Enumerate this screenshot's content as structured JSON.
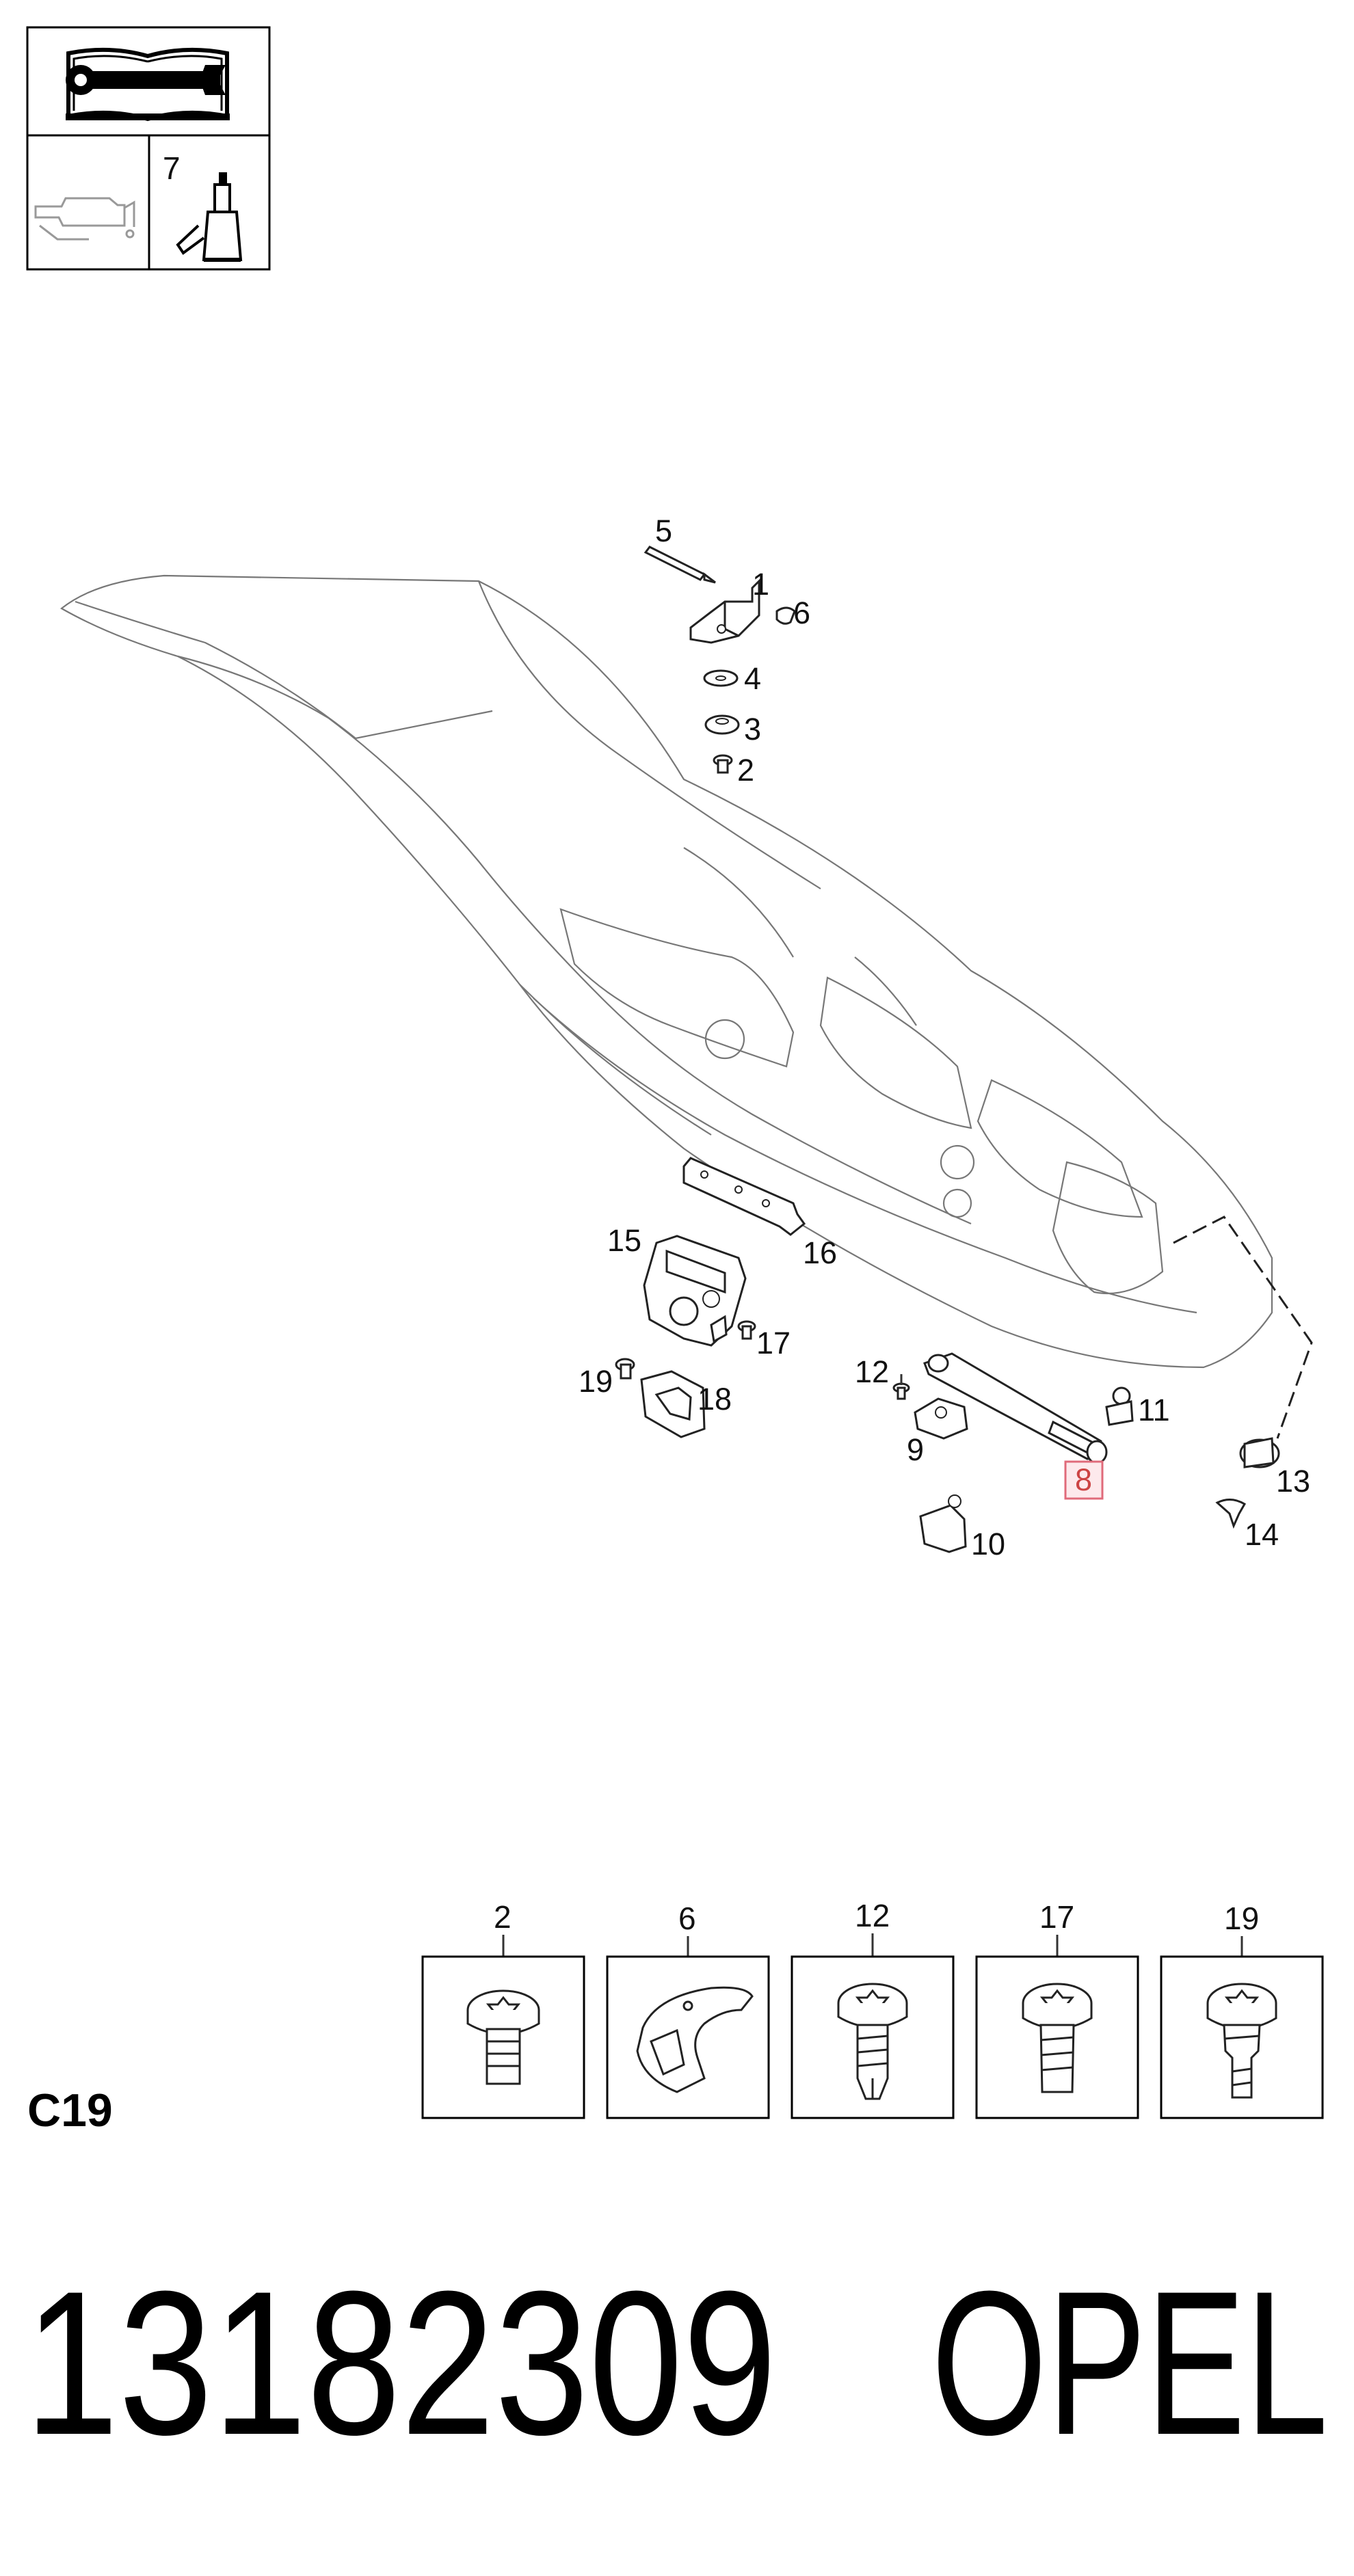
{
  "icon_box": {
    "top_icon": "workshop-manual-icon",
    "bottom_left_icon": "lubrication-icon",
    "bottom_right_label": "7",
    "bottom_right_icon": "grease-tube-icon"
  },
  "callouts": [
    {
      "id": "c5",
      "text": "5"
    },
    {
      "id": "c1",
      "text": "1"
    },
    {
      "id": "c6",
      "text": "6"
    },
    {
      "id": "c4",
      "text": "4"
    },
    {
      "id": "c3",
      "text": "3"
    },
    {
      "id": "c2",
      "text": "2"
    },
    {
      "id": "c15",
      "text": "15"
    },
    {
      "id": "c16",
      "text": "16"
    },
    {
      "id": "c17",
      "text": "17"
    },
    {
      "id": "c19",
      "text": "19"
    },
    {
      "id": "c18",
      "text": "18"
    },
    {
      "id": "c12",
      "text": "12"
    },
    {
      "id": "c9",
      "text": "9"
    },
    {
      "id": "c11",
      "text": "11"
    },
    {
      "id": "c8",
      "text": "8",
      "highlighted": true
    },
    {
      "id": "c13",
      "text": "13"
    },
    {
      "id": "c10",
      "text": "10"
    },
    {
      "id": "c14",
      "text": "14"
    }
  ],
  "fastener_thumbnails": [
    {
      "label": "2",
      "icon": "torx-screw-icon"
    },
    {
      "label": "6",
      "icon": "clip-icon"
    },
    {
      "label": "12",
      "icon": "torx-self-tapping-screw-icon"
    },
    {
      "label": "17",
      "icon": "torx-screw-icon"
    },
    {
      "label": "19",
      "icon": "torx-pin-screw-icon"
    }
  ],
  "section_code": "C19",
  "part_number": "13182309",
  "brand": "OPEL",
  "colors": {
    "highlight_fill": "#fde9ec",
    "highlight_stroke": "#e06a7a",
    "line": "#333333"
  }
}
